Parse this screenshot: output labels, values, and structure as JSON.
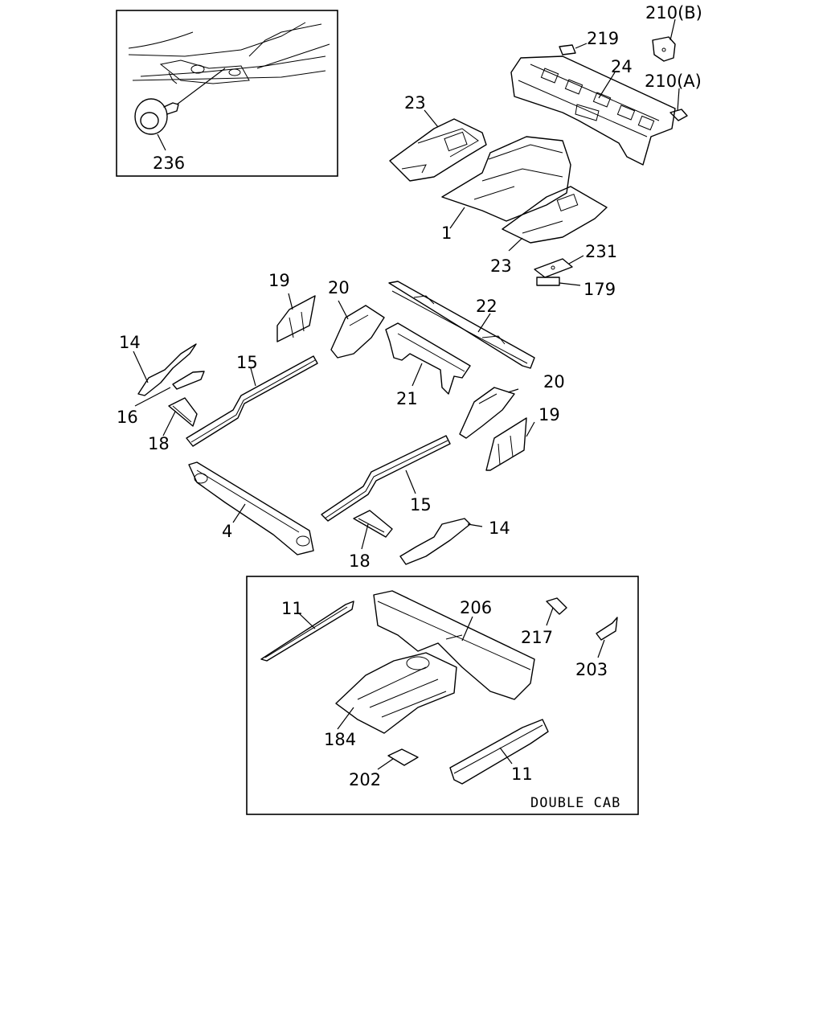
{
  "callouts": {
    "c236": "236",
    "c219": "219",
    "c210b": "210(B)",
    "c24": "24",
    "c210a": "210(A)",
    "c23a": "23",
    "c1": "1",
    "c23b": "23",
    "c231": "231",
    "c179": "179",
    "c19a": "19",
    "c20a": "20",
    "c22": "22",
    "c14a": "14",
    "c15a": "15",
    "c21": "21",
    "c16": "16",
    "c18a": "18",
    "c20b": "20",
    "c19b": "19",
    "c4": "4",
    "c15b": "15",
    "c14b": "14",
    "c18b": "18",
    "c11a": "11",
    "c206": "206",
    "c217": "217",
    "c203": "203",
    "c184": "184",
    "c202": "202",
    "c11b": "11"
  },
  "double_cab_label": "DOUBLE CAB"
}
